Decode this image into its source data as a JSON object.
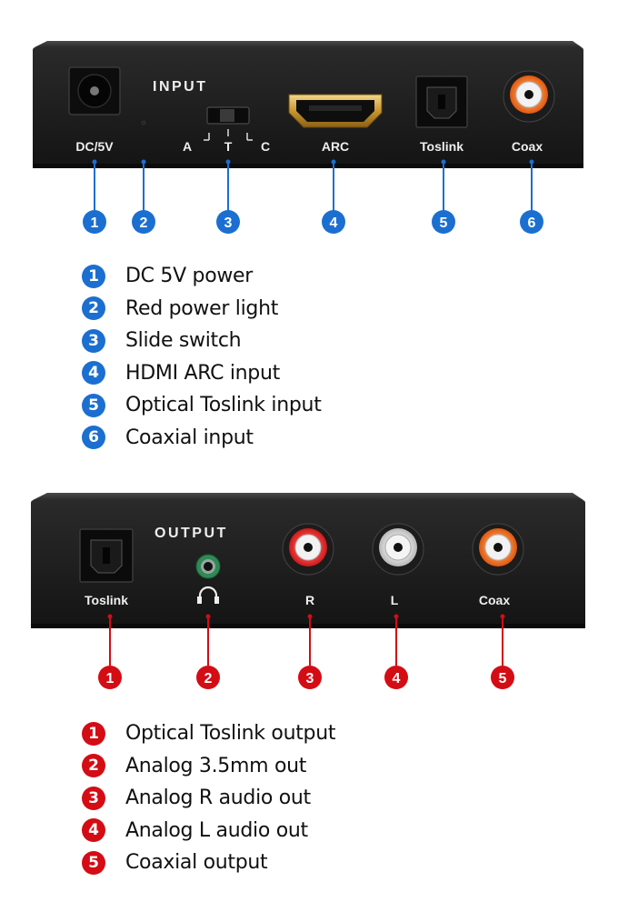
{
  "top_panel": {
    "section_title": "INPUT",
    "port_labels": {
      "dc": "DC/5V",
      "arc": "ARC",
      "toslink": "Toslink",
      "coax": "Coax"
    },
    "switch_labels": {
      "a": "A",
      "t": "T",
      "c": "C"
    },
    "callouts": [
      "1",
      "2",
      "3",
      "4",
      "5",
      "6"
    ],
    "accent_color": "#1b6fd0"
  },
  "input_legend": [
    {
      "number": "1",
      "label": "DC 5V power"
    },
    {
      "number": "2",
      "label": "Red power light"
    },
    {
      "number": "3",
      "label": "Slide switch"
    },
    {
      "number": "4",
      "label": "HDMI ARC input"
    },
    {
      "number": "5",
      "label": "Optical Toslink input"
    },
    {
      "number": "6",
      "label": "Coaxial input"
    }
  ],
  "bottom_panel": {
    "section_title": "OUTPUT",
    "port_labels": {
      "toslink": "Toslink",
      "r": "R",
      "l": "L",
      "coax": "Coax"
    },
    "callouts": [
      "1",
      "2",
      "3",
      "4",
      "5"
    ],
    "accent_color": "#d40c14"
  },
  "output_legend": [
    {
      "number": "1",
      "label": "Optical Toslink output"
    },
    {
      "number": "2",
      "label": "Analog 3.5mm out"
    },
    {
      "number": "3",
      "label": "Analog R audio out"
    },
    {
      "number": "4",
      "label": "Analog L audio out"
    },
    {
      "number": "5",
      "label": "Coaxial output"
    }
  ]
}
